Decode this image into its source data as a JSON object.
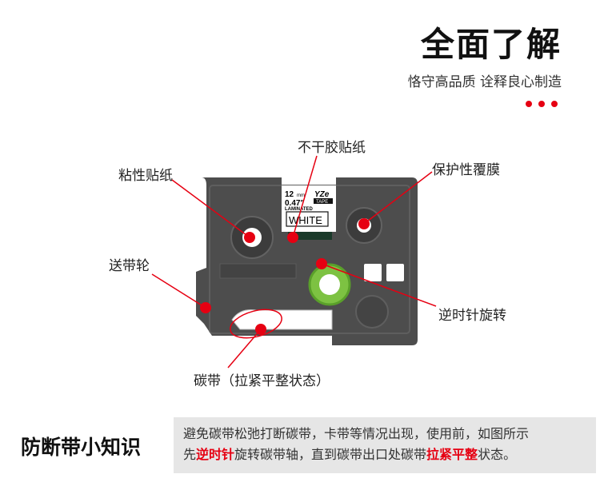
{
  "header": {
    "title": "全面了解",
    "subtitle": "恪守高品质 诠释良心制造"
  },
  "cartridge_label": {
    "width": "12",
    "unit": "mm",
    "inch": "0.47\"",
    "brand": "YZe",
    "tape": "TAPE",
    "type": "LAMINATED",
    "color": "WHITE"
  },
  "callouts": {
    "label_paper": "不干胶贴纸",
    "sticky_paper": "粘性贴纸",
    "protective_film": "保护性覆膜",
    "feed_wheel": "送带轮",
    "rotate": "逆时针旋转",
    "ribbon": "碳带（拉紧平整状态）"
  },
  "tip": {
    "title": "防断带小知识",
    "line1": "避免碳带松弛打断碳带，卡带等情况出现，使用前，如图所示",
    "line2_a": "先",
    "line2_b": "逆时针",
    "line2_c": "旋转碳带轴，直到碳带出口处碳带",
    "line2_d": "拉紧平整",
    "line2_e": "状态。"
  },
  "colors": {
    "accent": "#e60012",
    "body": "#4a4a4a",
    "spool": "#7dc242",
    "tip_bg": "#e6e6e6"
  }
}
